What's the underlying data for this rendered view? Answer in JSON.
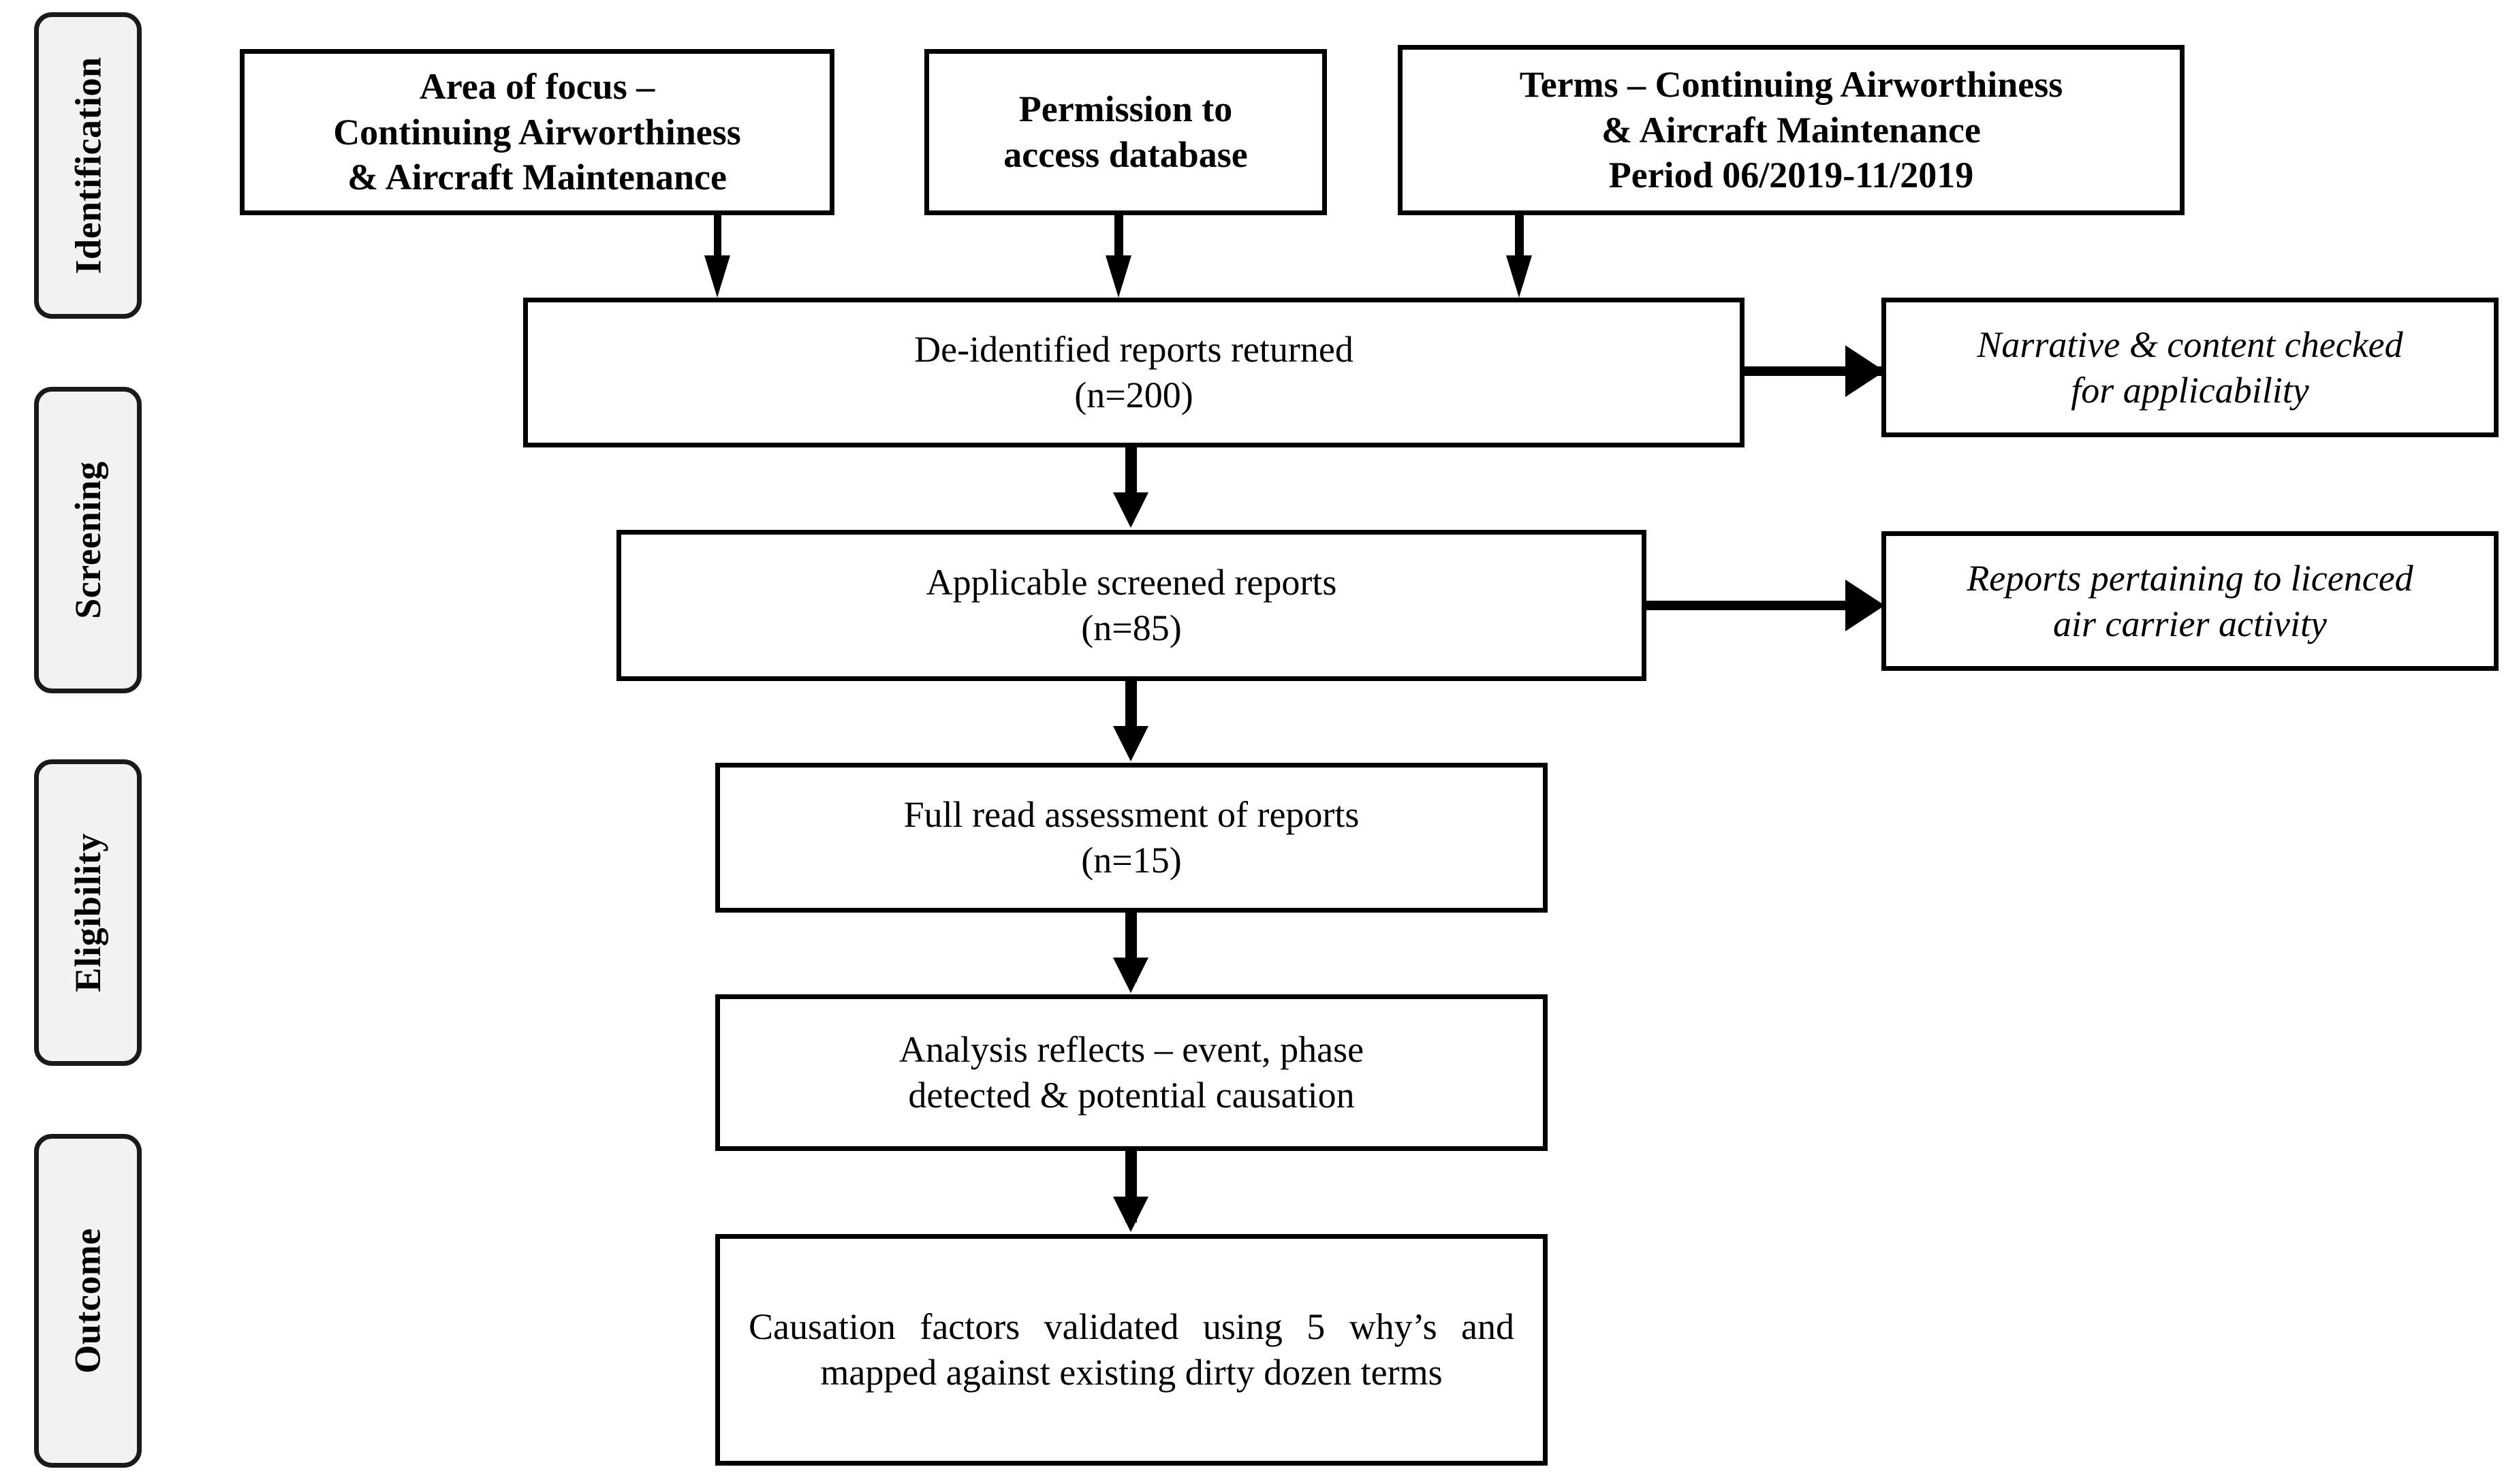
{
  "diagram": {
    "title": "PRISMA-style report selection flow",
    "phases": [
      {
        "id": "identification",
        "label": "Identification"
      },
      {
        "id": "screening",
        "label": "Screening"
      },
      {
        "id": "eligibility",
        "label": "Eligibility"
      },
      {
        "id": "outcome",
        "label": "Outcome"
      }
    ],
    "nodes": {
      "area_of_focus": {
        "line1": "Area of focus –",
        "line2": "Continuing Airworthiness",
        "line3": "& Aircraft Maintenance"
      },
      "permission": {
        "line1": "Permission to",
        "line2": "access database"
      },
      "terms": {
        "line1": "Terms – Continuing Airworthiness",
        "line2": "& Aircraft Maintenance",
        "line3": "Period 06/2019-11/2019"
      },
      "deidentified": {
        "line1": "De-identified reports returned",
        "line2": "(n=200)",
        "count_label": "n=200",
        "count": 200
      },
      "narrative_check": {
        "line1": "Narrative & content checked",
        "line2": "for applicability"
      },
      "applicable": {
        "line1": "Applicable screened reports",
        "line2": "(n=85)",
        "count_label": "n=85",
        "count": 85
      },
      "licenced_carrier": {
        "line1": "Reports pertaining to licenced",
        "line2": "air carrier activity"
      },
      "full_read": {
        "line1": "Full read assessment of reports",
        "line2": "(n=15)",
        "count_label": "n=15",
        "count": 15
      },
      "analysis": {
        "line1": "Analysis reflects – event, phase",
        "line2": "detected & potential causation"
      },
      "causation": {
        "text": "Causation factors validated using 5 why’s and mapped against existing dirty dozen terms"
      }
    },
    "colors": {
      "stroke": "#000000",
      "phase_fill": "#f2f2f2",
      "phase_stroke": "#1a1a1a",
      "node_fill": "#ffffff",
      "text": "#000000"
    }
  }
}
